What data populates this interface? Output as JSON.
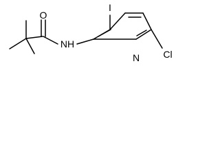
{
  "molecule": {
    "labels": {
      "oxygen": "O",
      "amide_nh": "NH",
      "iodine": "I",
      "ring_nitrogen": "N",
      "chlorine": "Cl"
    }
  }
}
